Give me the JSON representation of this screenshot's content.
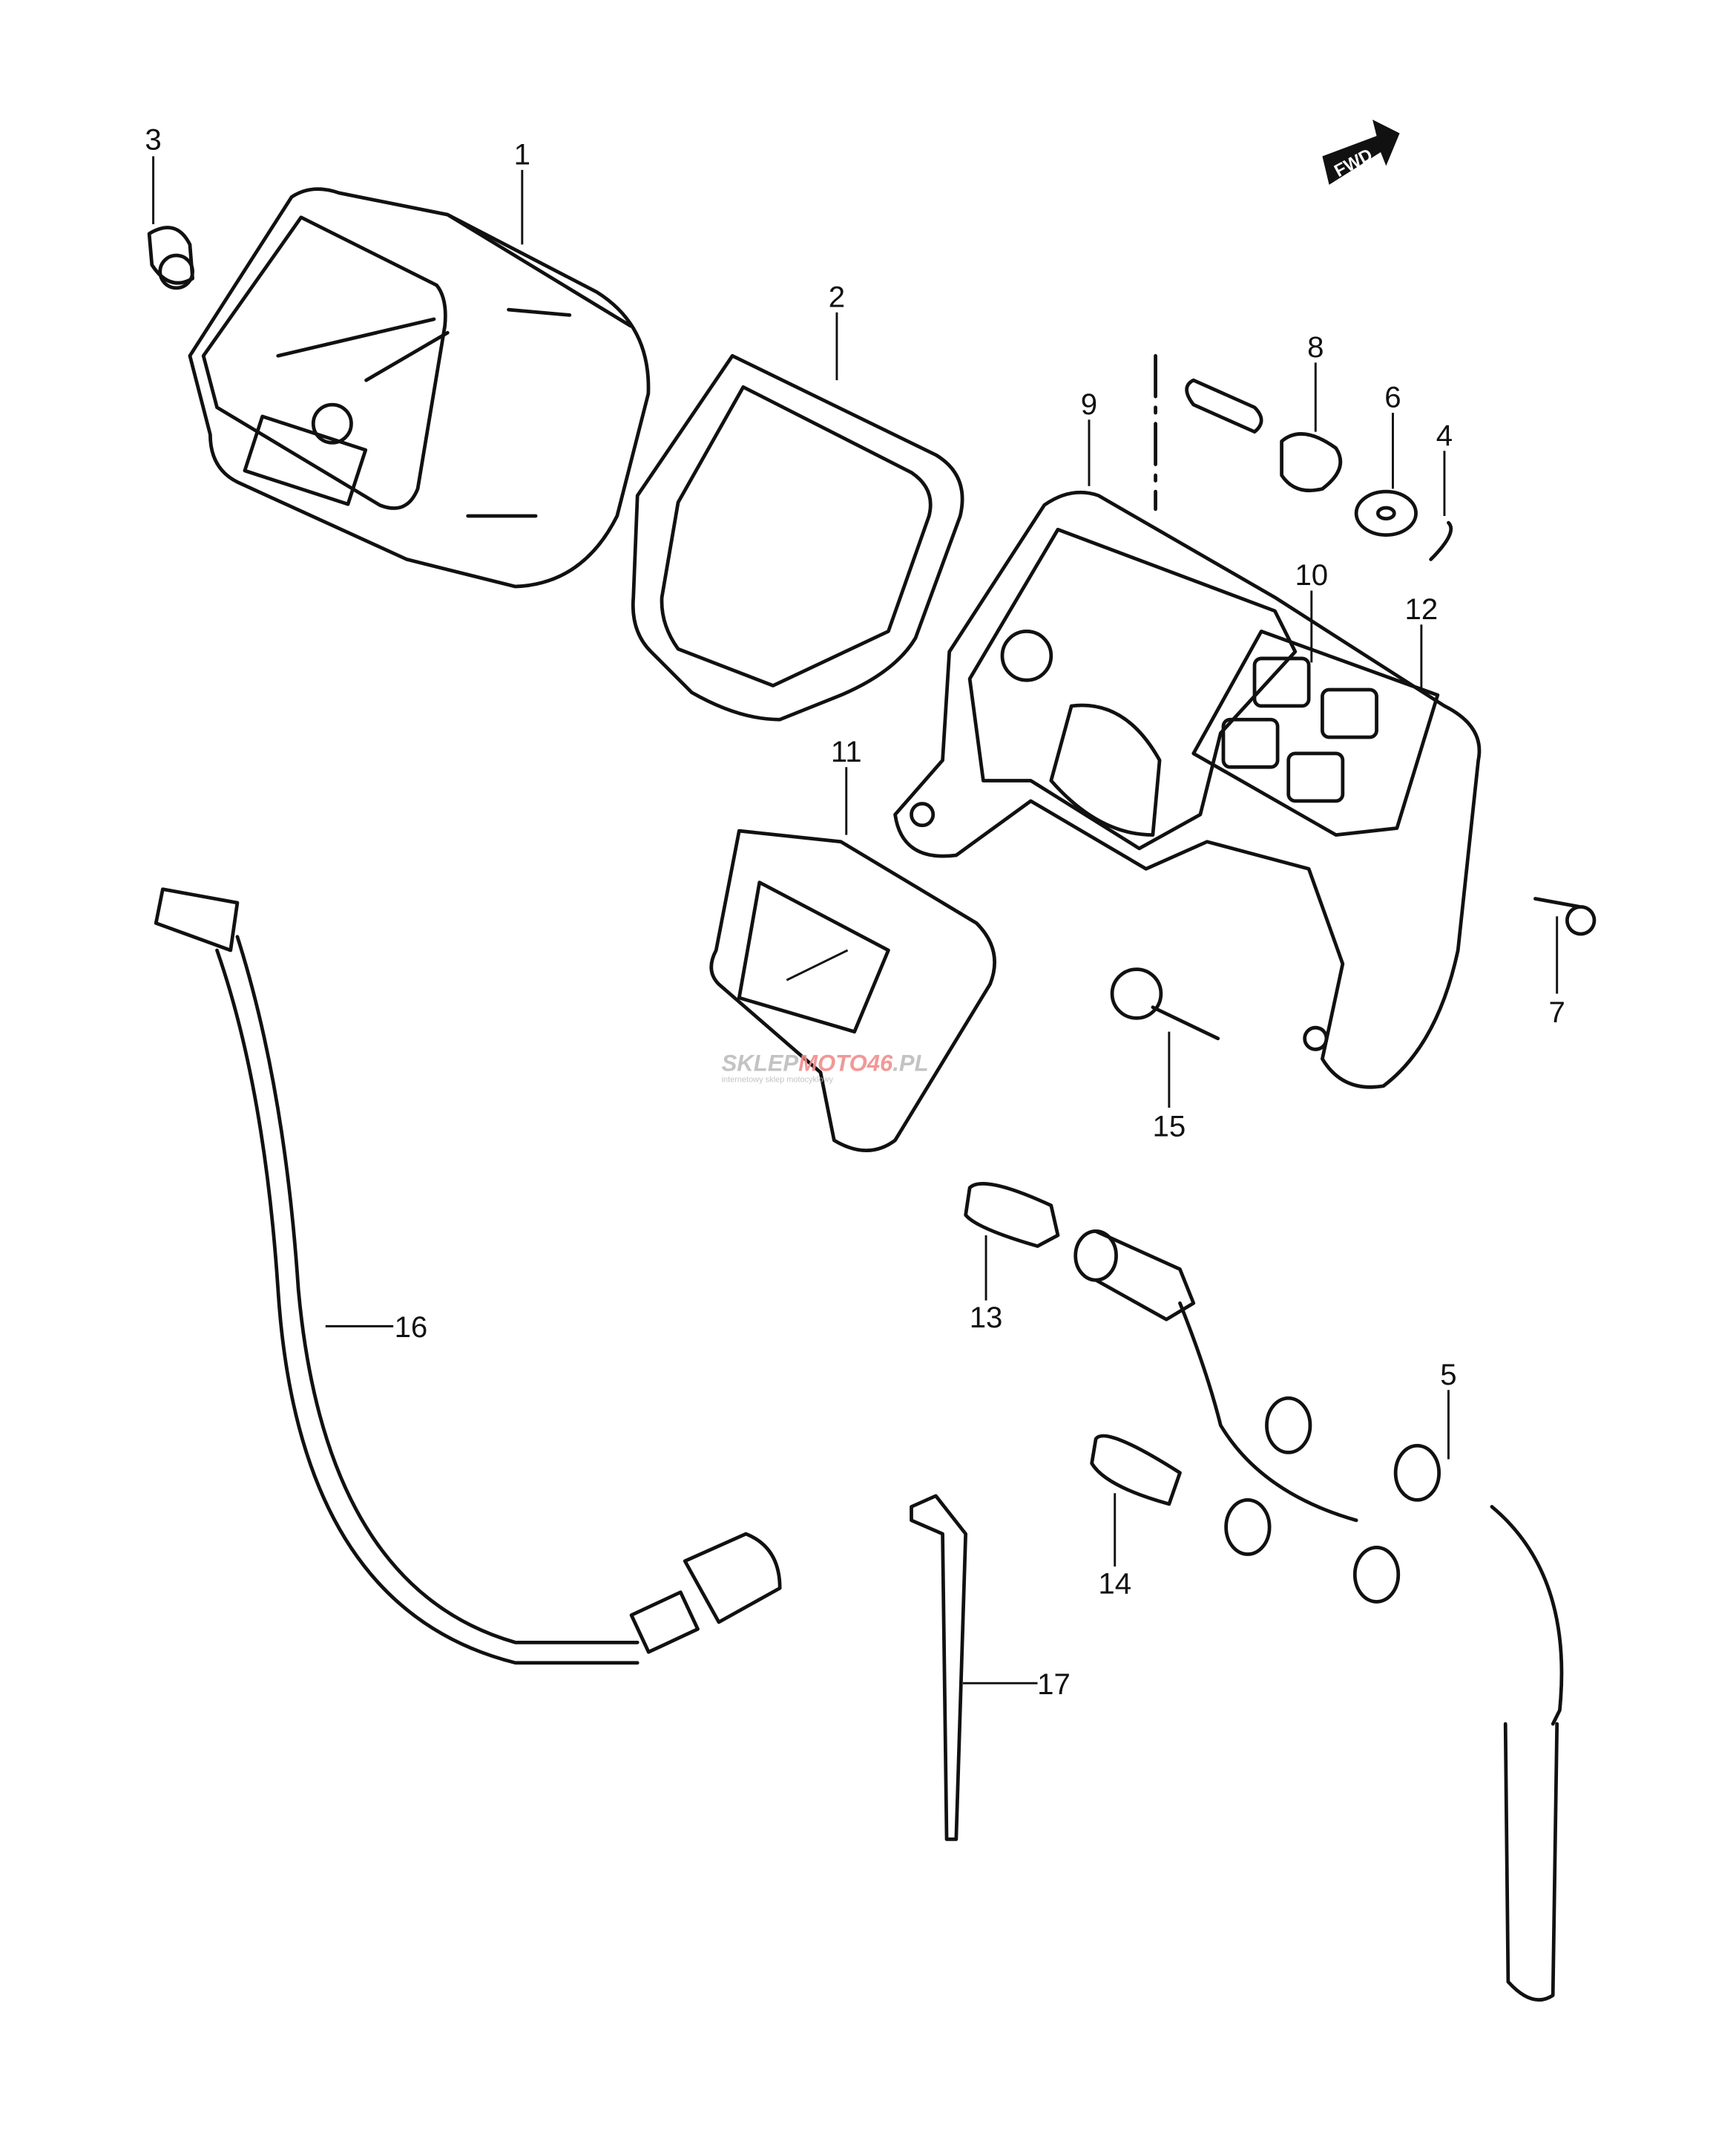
{
  "diagram": {
    "callouts": [
      {
        "id": "1",
        "text": "1"
      },
      {
        "id": "2",
        "text": "2"
      },
      {
        "id": "3",
        "text": "3"
      },
      {
        "id": "4",
        "text": "4"
      },
      {
        "id": "5",
        "text": "5"
      },
      {
        "id": "6",
        "text": "6"
      },
      {
        "id": "7",
        "text": "7"
      },
      {
        "id": "8",
        "text": "8"
      },
      {
        "id": "9",
        "text": "9"
      },
      {
        "id": "10",
        "text": "10"
      },
      {
        "id": "11",
        "text": "11"
      },
      {
        "id": "12",
        "text": "12"
      },
      {
        "id": "13",
        "text": "13"
      },
      {
        "id": "14",
        "text": "14"
      },
      {
        "id": "15",
        "text": "15"
      },
      {
        "id": "16",
        "text": "16"
      },
      {
        "id": "17",
        "text": "17"
      }
    ],
    "direction_badge": {
      "text": "FWD",
      "icon": "forward-arrow-icon"
    },
    "watermark": {
      "text_grey": "SKLEP",
      "text_red": "MOTO46",
      "text_grey2": ".PL",
      "subtitle": "internetowy sklep motocyklowy",
      "colors": {
        "grey": "#bdbdbd",
        "red": "#f28c8c"
      }
    }
  }
}
